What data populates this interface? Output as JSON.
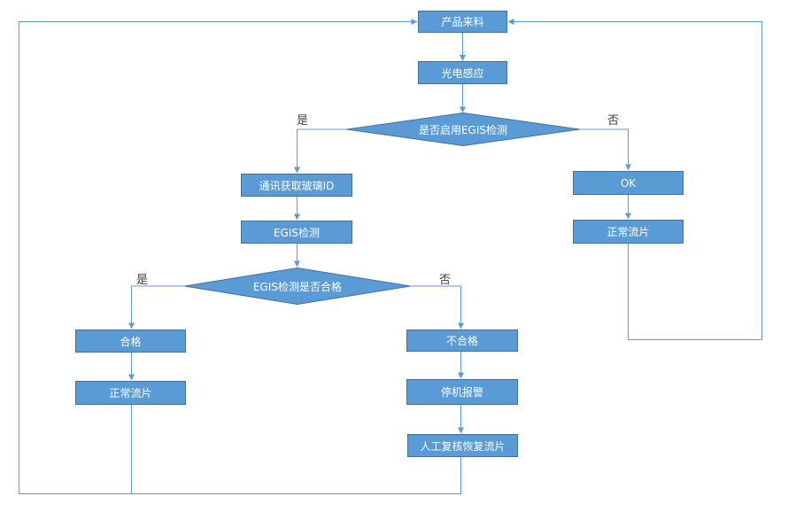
{
  "flowchart": {
    "nodes": {
      "product_incoming": {
        "label": "产品来料"
      },
      "photoelectric": {
        "label": "光电感应"
      },
      "decision_enable_egis": {
        "label": "是否启用EGIS检测"
      },
      "comm_get_glass_id": {
        "label": "通讯获取玻璃ID"
      },
      "egis_test": {
        "label": "EGIS检测"
      },
      "decision_egis_pass": {
        "label": "EGIS检测是否合格"
      },
      "qualified": {
        "label": "合格"
      },
      "normal_flow_left": {
        "label": "正常流片"
      },
      "unqualified": {
        "label": "不合格"
      },
      "stop_alarm": {
        "label": "停机报警"
      },
      "manual_review_resume": {
        "label": "人工复核恢复流片"
      },
      "ok_node": {
        "label": "OK"
      },
      "normal_flow_right": {
        "label": "正常流片"
      }
    },
    "branch_labels": {
      "enable_yes": "是",
      "enable_no": "否",
      "pass_yes": "是",
      "pass_no": "否"
    },
    "colors": {
      "shape_fill": "#5b9bd5",
      "shape_border": "#41719c",
      "connector": "#5b9bd5",
      "shape_text": "#ffffff",
      "branch_text": "#3f3f3f"
    }
  }
}
